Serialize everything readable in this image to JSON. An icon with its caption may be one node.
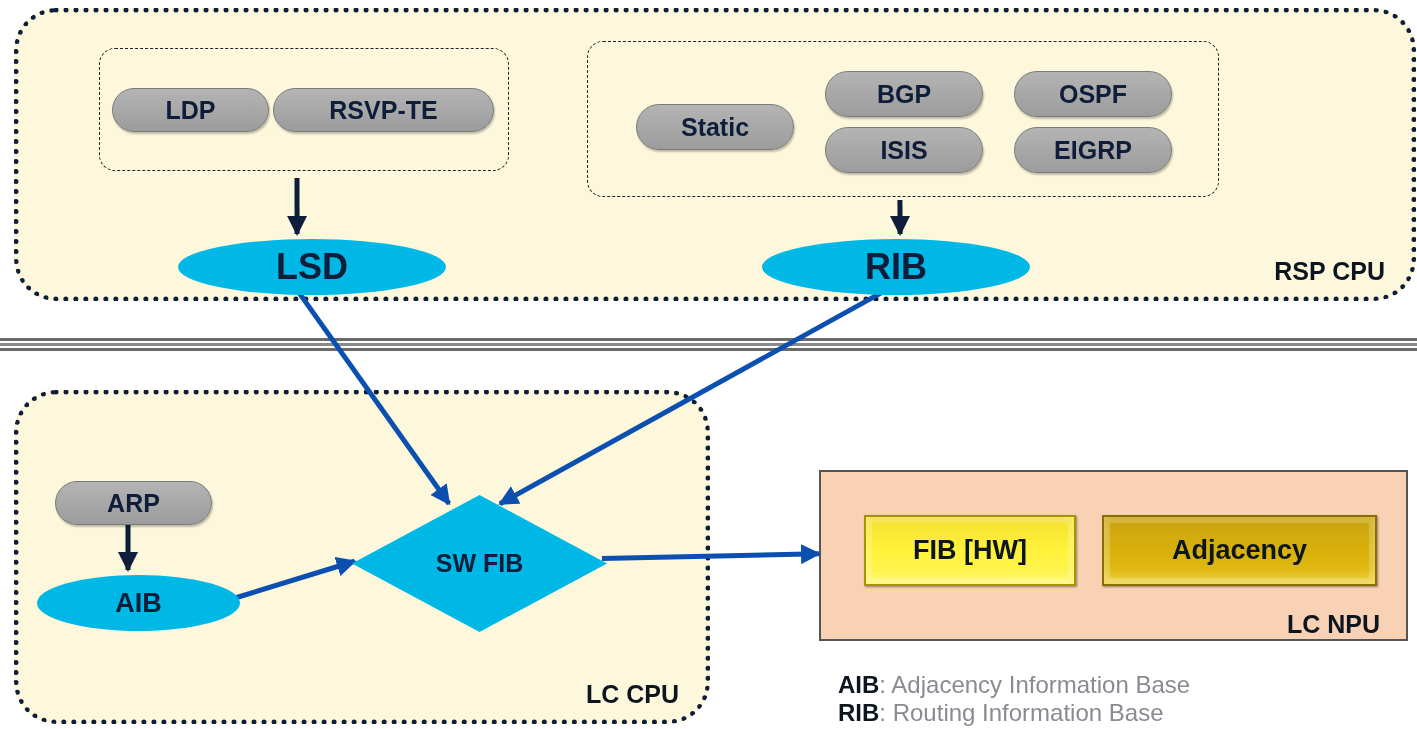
{
  "diagram": {
    "nodes": [
      {
        "text": [
          "RSP CPU"
        ]
      },
      {
        "text": [],
        "shape": "box",
        "in": 0
      },
      {
        "text": [
          "LDP"
        ],
        "in": 1
      },
      {
        "text": [
          "RSVP-TE"
        ],
        "in": 1
      },
      {
        "text": [],
        "shape": "box",
        "in": 0
      },
      {
        "text": [
          "Static"
        ],
        "in": 4
      },
      {
        "text": [
          "BGP"
        ],
        "in": 4
      },
      {
        "text": [
          "OSPF"
        ],
        "in": 4
      },
      {
        "text": [
          "ISIS"
        ],
        "in": 4
      },
      {
        "text": [
          "EIGRP"
        ],
        "in": 4
      },
      {
        "text": [
          "LSD"
        ],
        "in": 0
      },
      {
        "text": [
          "RIB"
        ],
        "in": 0
      },
      {
        "text": [
          "LC CPU"
        ]
      },
      {
        "text": [
          "ARP"
        ],
        "in": 12
      },
      {
        "text": [
          "AIB"
        ],
        "in": 12
      },
      {
        "text": [
          "SW FIB"
        ],
        "in": 12
      },
      {
        "text": [
          "LC NPU"
        ]
      },
      {
        "text": [
          "FIB [HW]"
        ],
        "in": 16
      },
      {
        "text": [
          "Adjacency"
        ],
        "in": 16
      }
    ],
    "edges": [
      {
        "from": 1,
        "to": 10,
        "arrow": "to",
        "color": "#0d1d3a"
      },
      {
        "from": 4,
        "to": 11,
        "arrow": "to",
        "color": "#0d1d3a"
      },
      {
        "from": 13,
        "to": 14,
        "arrow": "to",
        "color": "#0d1d3a"
      },
      {
        "from": 10,
        "to": 15,
        "arrow": "to"
      },
      {
        "from": 11,
        "to": 15,
        "arrow": "to"
      },
      {
        "from": 14,
        "to": 15,
        "arrow": "to"
      },
      {
        "from": 15,
        "to": 16,
        "arrow": "to"
      }
    ],
    "labels": [
      "**AIB**: Adjacency Information Base",
      "**RIB**: Routing Information Base"
    ]
  }
}
